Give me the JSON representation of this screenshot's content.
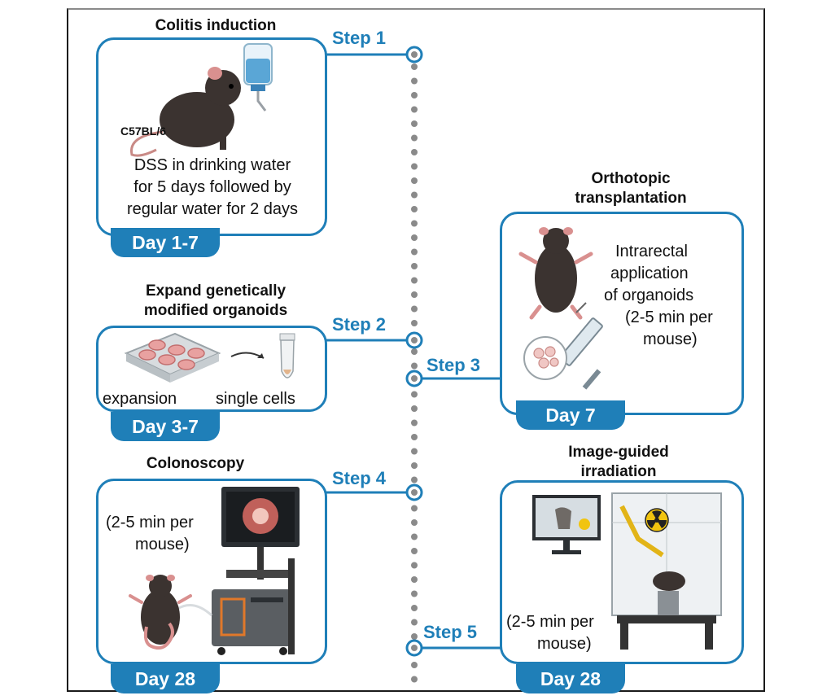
{
  "steps": [
    {
      "label": "Step 1",
      "title": "Colitis induction",
      "day": "Day 1-7",
      "strain": "C57BL/6",
      "lines": [
        "DSS in drinking water",
        "for 5 days followed by",
        "regular water for 2 days"
      ]
    },
    {
      "label": "Step 2",
      "title_lines": [
        "Expand genetically",
        "modified organoids"
      ],
      "day": "Day 3-7",
      "left_label": "expansion",
      "right_label": "single cells"
    },
    {
      "label": "Step 3",
      "title_lines": [
        "Orthotopic",
        "transplantation"
      ],
      "day": "Day 7",
      "lines": [
        "Intrarectal",
        "application",
        "of organoids",
        "(2-5 min per",
        "mouse)"
      ]
    },
    {
      "label": "Step 4",
      "title": "Colonoscopy",
      "day": "Day 28",
      "lines": [
        "(2-5 min per",
        "mouse)"
      ]
    },
    {
      "label": "Step 5",
      "title_lines": [
        "Image-guided",
        "irradiation"
      ],
      "day": "Day 28",
      "lines": [
        "(2-5 min per",
        "mouse)"
      ]
    }
  ],
  "colors": {
    "accent": "#1f7fb8",
    "timeline_dot": "#8a8a8a",
    "mouse": "#3b3330",
    "pink": "#d9908f"
  },
  "icons": [
    "water-bottle-icon",
    "mouse-icon",
    "culture-plate-icon",
    "tube-icon",
    "syringe-icon",
    "colonoscope-icon",
    "irradiator-icon",
    "radiation-icon"
  ]
}
